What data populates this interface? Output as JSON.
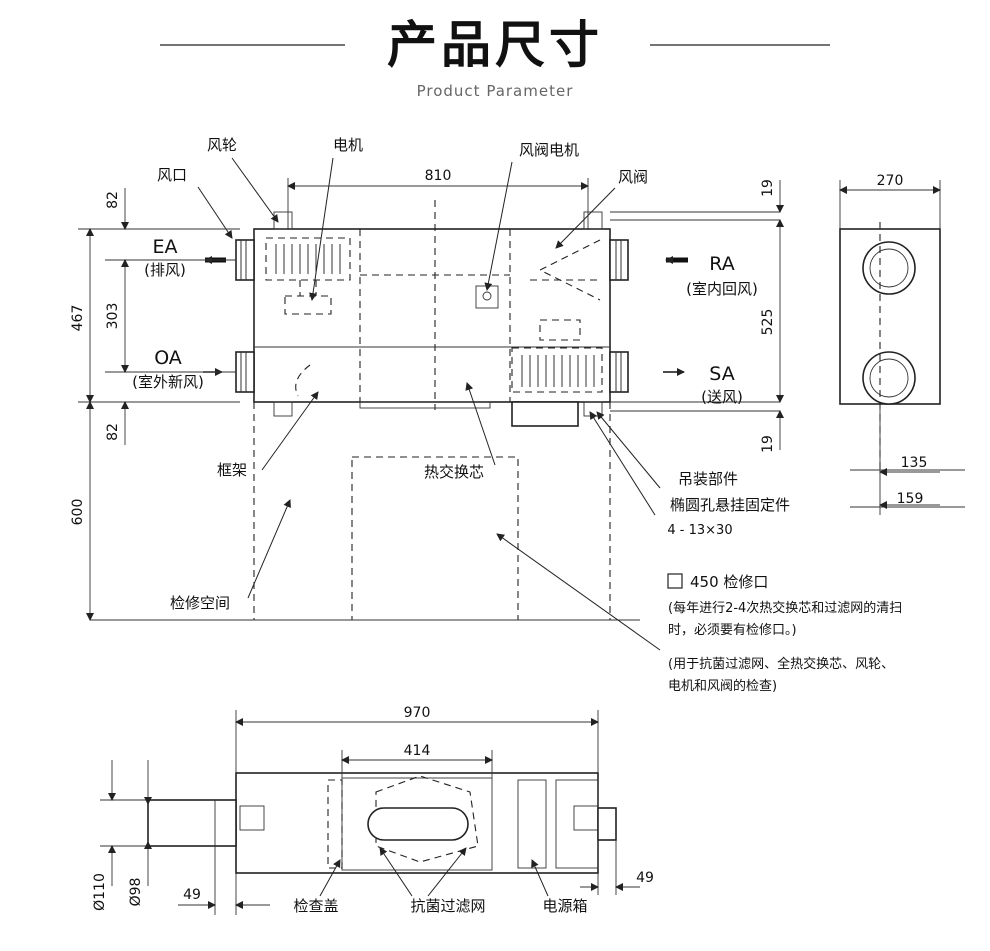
{
  "header": {
    "title": "产品尺寸",
    "subtitle": "Product Parameter"
  },
  "labels": {
    "fan_wheel": "风轮",
    "motor": "电机",
    "damper_motor": "风阀电机",
    "vent": "风口",
    "damper": "风阀",
    "ea": "EA",
    "ea_sub": "(排风)",
    "oa": "OA",
    "oa_sub": "(室外新风)",
    "ra": "RA",
    "ra_sub": "(室内回风)",
    "sa": "SA",
    "sa_sub": "(送风)",
    "frame": "框架",
    "heat_core": "热交换芯",
    "hanging_parts": "吊装部件",
    "oval_hole": "椭圆孔悬挂固定件",
    "hole_spec": "4 - 13×30",
    "service_space": "检修空间",
    "inspection_cover": "检查盖",
    "filter": "抗菌过滤网",
    "power_box": "电源箱"
  },
  "dimensions": {
    "d810": "810",
    "d270": "270",
    "d19_top": "19",
    "d19_bottom": "19",
    "d82_top": "82",
    "d82_bottom": "82",
    "d467": "467",
    "d303": "303",
    "d525": "525",
    "d600": "600",
    "d135": "135",
    "d159": "159",
    "d970": "970",
    "d414": "414",
    "d110": "Ø110",
    "d98": "Ø98",
    "d49_left": "49",
    "d49_right": "49"
  },
  "note": {
    "box_title": "450 检修口",
    "line1": "(每年进行2-4次热交换芯和过滤网的清扫",
    "line2": "时，必须要有检修口。)",
    "line3": "(用于抗菌过滤网、全热交换芯、风轮、",
    "line4": "电机和风阀的检查)"
  }
}
